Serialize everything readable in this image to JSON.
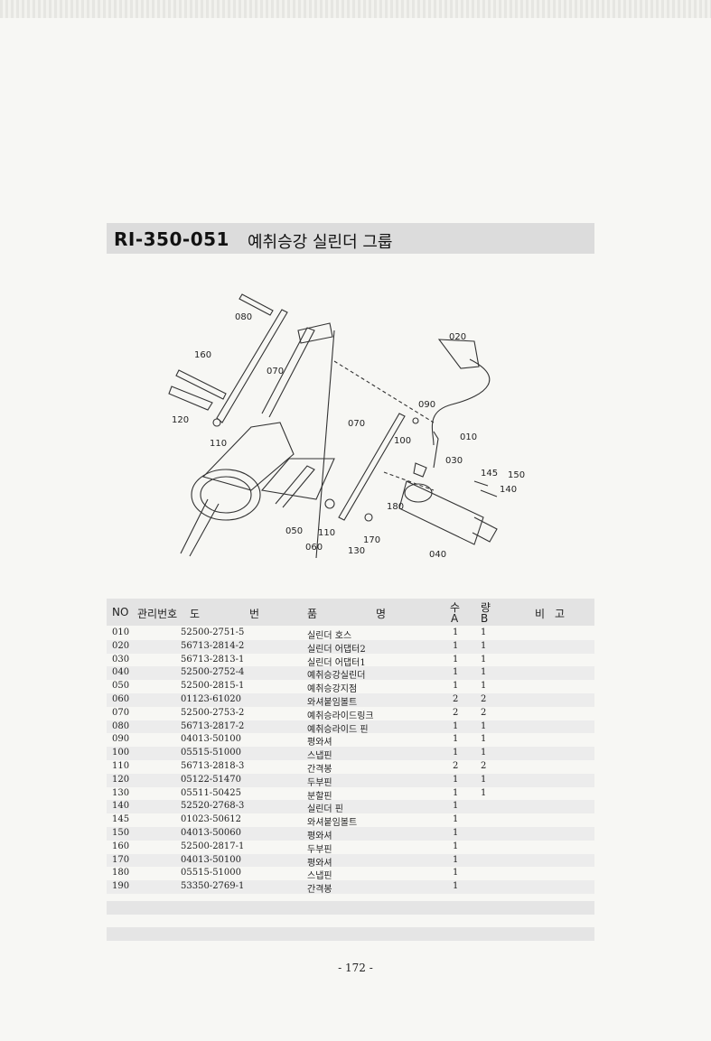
{
  "title": {
    "code": "RI-350-051",
    "name": "예취승강 실린더 그룹"
  },
  "diagram_labels": [
    "080",
    "160",
    "070",
    "120",
    "110",
    "020",
    "090",
    "070",
    "100",
    "010",
    "030",
    "145",
    "150",
    "140",
    "180",
    "050",
    "110",
    "060",
    "170",
    "130",
    "040"
  ],
  "table": {
    "headers": {
      "no": "NO",
      "mgmt": "관리번호",
      "do": "도",
      "beon": "번",
      "pum": "품",
      "myeong": "명",
      "su": "수",
      "ryang": "량",
      "a": "A",
      "b": "B",
      "bi": "비",
      "go": "고"
    },
    "rows": [
      {
        "no": "010",
        "part": "52500-2751-5",
        "name": "실린더 호스",
        "a": "1",
        "b": "1"
      },
      {
        "no": "020",
        "part": "56713-2814-2",
        "name": "실린더 어댑터2",
        "a": "1",
        "b": "1"
      },
      {
        "no": "030",
        "part": "56713-2813-1",
        "name": "실린더 어댑터1",
        "a": "1",
        "b": "1"
      },
      {
        "no": "040",
        "part": "52500-2752-4",
        "name": "예취승강실린더",
        "a": "1",
        "b": "1"
      },
      {
        "no": "050",
        "part": "52500-2815-1",
        "name": "예취승강지점",
        "a": "1",
        "b": "1"
      },
      {
        "no": "060",
        "part": "01123-61020",
        "name": "와셔붙임볼트",
        "a": "2",
        "b": "2"
      },
      {
        "no": "070",
        "part": "52500-2753-2",
        "name": "예취승라이드링크",
        "a": "2",
        "b": "2"
      },
      {
        "no": "080",
        "part": "56713-2817-2",
        "name": "예취승라이드 핀",
        "a": "1",
        "b": "1"
      },
      {
        "no": "090",
        "part": "04013-50100",
        "name": "평와셔",
        "a": "1",
        "b": "1"
      },
      {
        "no": "100",
        "part": "05515-51000",
        "name": "스냅핀",
        "a": "1",
        "b": "1"
      },
      {
        "no": "110",
        "part": "56713-2818-3",
        "name": "간격봉",
        "a": "2",
        "b": "2"
      },
      {
        "no": "120",
        "part": "05122-51470",
        "name": "두부핀",
        "a": "1",
        "b": "1"
      },
      {
        "no": "130",
        "part": "05511-50425",
        "name": "분할핀",
        "a": "1",
        "b": "1"
      },
      {
        "no": "140",
        "part": "52520-2768-3",
        "name": "실린더 핀",
        "a": "1",
        "b": ""
      },
      {
        "no": "145",
        "part": "01023-50612",
        "name": "와셔붙임볼트",
        "a": "1",
        "b": ""
      },
      {
        "no": "150",
        "part": "04013-50060",
        "name": "평와셔",
        "a": "1",
        "b": ""
      },
      {
        "no": "160",
        "part": "52500-2817-1",
        "name": "두부핀",
        "a": "1",
        "b": ""
      },
      {
        "no": "170",
        "part": "04013-50100",
        "name": "평와셔",
        "a": "1",
        "b": ""
      },
      {
        "no": "180",
        "part": "05515-51000",
        "name": "스냅핀",
        "a": "1",
        "b": ""
      },
      {
        "no": "190",
        "part": "53350-2769-1",
        "name": "간격봉",
        "a": "1",
        "b": ""
      }
    ]
  },
  "page_number": "- 172 -"
}
